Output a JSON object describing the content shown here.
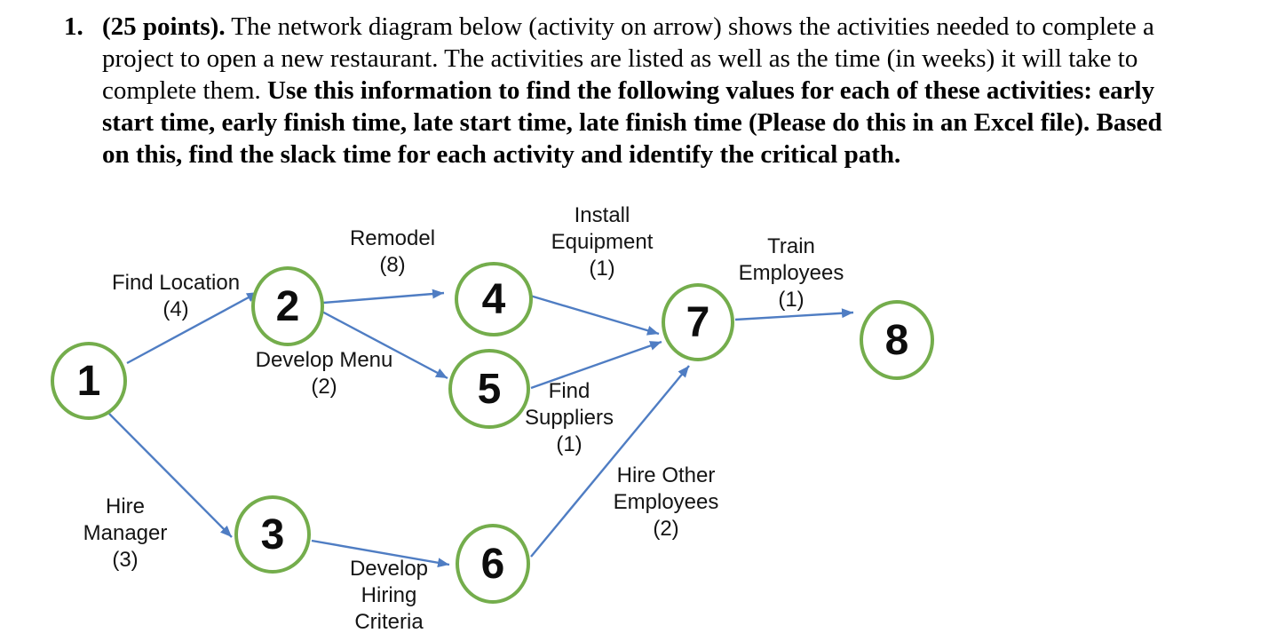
{
  "problem": {
    "number": "1.",
    "lines": {
      "l1_bold": "(25 points).",
      "l1_rest": " The network diagram below (activity on arrow) shows the activities needed to complete a",
      "l2": "project to open a new restaurant. The activities are listed as well as the time (in weeks) it will take to",
      "l3_normal": "complete them. ",
      "l3_bold": "Use this information to find the following values for each of these activities: early",
      "l4_bold": "start time, early finish time, late start time, late finish time (Please do this in an Excel file). Based",
      "l5_bold": "on this, find the slack time for each activity and identify the critical path."
    }
  },
  "diagram": {
    "type": "activity-on-arrow network",
    "nodes": [
      {
        "label": "1"
      },
      {
        "label": "2"
      },
      {
        "label": "3"
      },
      {
        "label": "4"
      },
      {
        "label": "5"
      },
      {
        "label": "6"
      },
      {
        "label": "7"
      },
      {
        "label": "8"
      }
    ],
    "activities": [
      {
        "name": "Find Location",
        "duration_weeks": 4,
        "from": "1",
        "to": "2",
        "text": "Find Location\n(4)"
      },
      {
        "name": "Remodel",
        "duration_weeks": 8,
        "from": "2",
        "to": "4",
        "text": "Remodel\n(8)"
      },
      {
        "name": "Develop Menu",
        "duration_weeks": 2,
        "from": "2",
        "to": "5",
        "text": "Develop Menu\n(2)"
      },
      {
        "name": "Install Equipment",
        "duration_weeks": 1,
        "from": "4",
        "to": "7",
        "text": "Install\nEquipment\n(1)"
      },
      {
        "name": "Train Employees",
        "duration_weeks": 1,
        "from": "7",
        "to": "8",
        "text": "Train\nEmployees\n(1)"
      },
      {
        "name": "Find Suppliers",
        "duration_weeks": 1,
        "from": "5",
        "to": "7",
        "text": "Find\nSuppliers\n(1)"
      },
      {
        "name": "Hire Manager",
        "duration_weeks": 3,
        "from": "1",
        "to": "3",
        "text": "Hire\nManager\n(3)"
      },
      {
        "name": "Develop Hiring Criteria",
        "from": "3",
        "to": "6",
        "text": "Develop\nHiring\nCriteria"
      },
      {
        "name": "Hire Other Employees",
        "duration_weeks": 2,
        "from": "6",
        "to": "7",
        "text": "Hire Other\nEmployees\n(2)"
      }
    ]
  },
  "colors": {
    "node_green": "#74AD4C",
    "arrow_blue": "#4F7DC3",
    "ink": "#000000"
  }
}
